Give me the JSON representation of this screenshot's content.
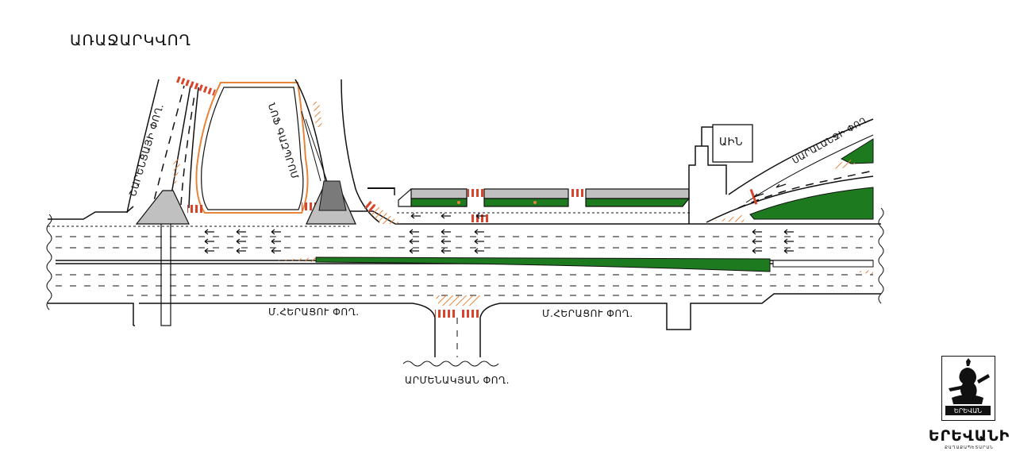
{
  "title": "ԱՌԱՋԱՐԿՎՈՂ",
  "labels": {
    "charentsyan": "ՇԱՐԵՆՑԱՅԻ ՓՈՂ.",
    "nof_gasprom": "ՆՈՖ ԳԱԶՊՐՈՄ",
    "ain": "ԱԻՆ",
    "saralanji": "ՍԱՐԱԼԱՆՋԻ ՓՈՂ.",
    "m_khergatsu_left": "Մ.ՀԵՐԱՑՈՒ ՓՈՂ.",
    "m_khergatsu_right": "Մ.ՀԵՐԱՑՈՒ ՓՈՂ.",
    "armenakyan": "ԱՐՄԵՆԱԿՅԱՆ ՓՈՂ."
  },
  "logo": {
    "word": "ԵՐԵՎԱՆԻ",
    "badge": "ԵՐԵՎԱՆ",
    "subtitle": "ՔԱՂԱՔԱՊԵՏԱՐԱՆ"
  },
  "colors": {
    "median_green": "#1e7a1e",
    "island_gray": "#c0c0c0",
    "island_dark": "#7a7a7a",
    "crosswalk_red": "#d9442b",
    "hatch_orange": "#e8833a",
    "line": "#111111"
  }
}
